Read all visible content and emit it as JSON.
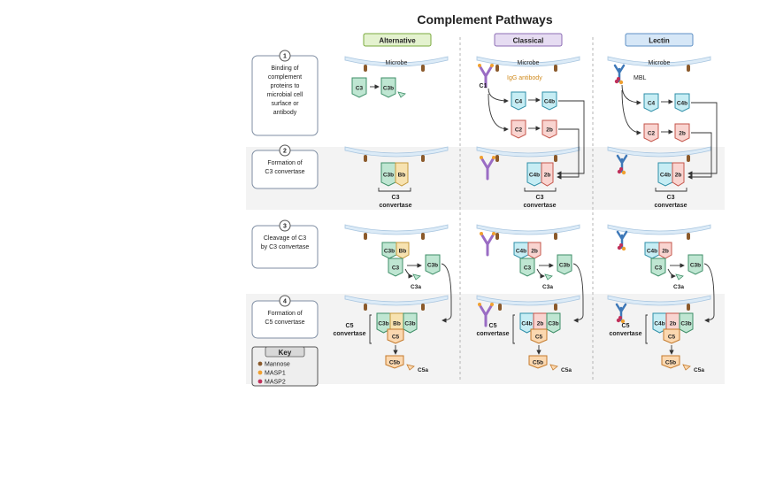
{
  "title": "Complement Pathways",
  "pathways": [
    {
      "label": "Alternative",
      "fill": "#e4f2cf",
      "stroke": "#7aaa3c"
    },
    {
      "label": "Classical",
      "fill": "#e6dcf2",
      "stroke": "#8c6cb4"
    },
    {
      "label": "Lectin",
      "fill": "#d6e7f7",
      "stroke": "#5d8fc4"
    }
  ],
  "steps": [
    {
      "num": "1",
      "lines": [
        "Binding of",
        "complement",
        "proteins to",
        "microbial cell",
        "surface or",
        "antibody"
      ]
    },
    {
      "num": "2",
      "lines": [
        "Formation of",
        "C3 convertase"
      ]
    },
    {
      "num": "3",
      "lines": [
        "Cleavage of C3",
        "by C3 convertase"
      ]
    },
    {
      "num": "4",
      "lines": [
        "Formation of",
        "C5 convertase"
      ]
    }
  ],
  "labels": {
    "microbe": "Microbe",
    "igg": "IgG antibody",
    "mbl": "MBL",
    "c1": "C1",
    "c3conv_1": "C3",
    "c3conv_2": "convertase",
    "c5conv_1": "C5",
    "c5conv_2": "convertase"
  },
  "proteins": {
    "c3": "C3",
    "c3b": "C3b",
    "c3a": "C3a",
    "bb": "Bb",
    "c4": "C4",
    "c4b": "C4b",
    "c2": "C2",
    "c2b": "2b",
    "c5": "C5",
    "c5b": "C5b",
    "c5a": "C5a"
  },
  "key": {
    "title": "Key",
    "items": [
      {
        "label": "Mannose",
        "color": "#8b5a2b"
      },
      {
        "label": "MASP1",
        "color": "#f0a030"
      },
      {
        "label": "MASP2",
        "color": "#c0305a"
      }
    ]
  },
  "colors": {
    "c3": "#bfe6d2",
    "c3stroke": "#3f8f68",
    "c4": "#c6edf4",
    "c4stroke": "#2f8fa8",
    "c2": "#f9d4d0",
    "c2stroke": "#c4554a",
    "bb": "#f7e2b0",
    "bbstroke": "#c49a3c",
    "c5": "#fbd8b0",
    "c5stroke": "#c47a2c",
    "microbe": "#dcebf7",
    "mannose": "#8b5a2b",
    "igg": "#9a6cc4",
    "mbl": "#3d78b8"
  }
}
